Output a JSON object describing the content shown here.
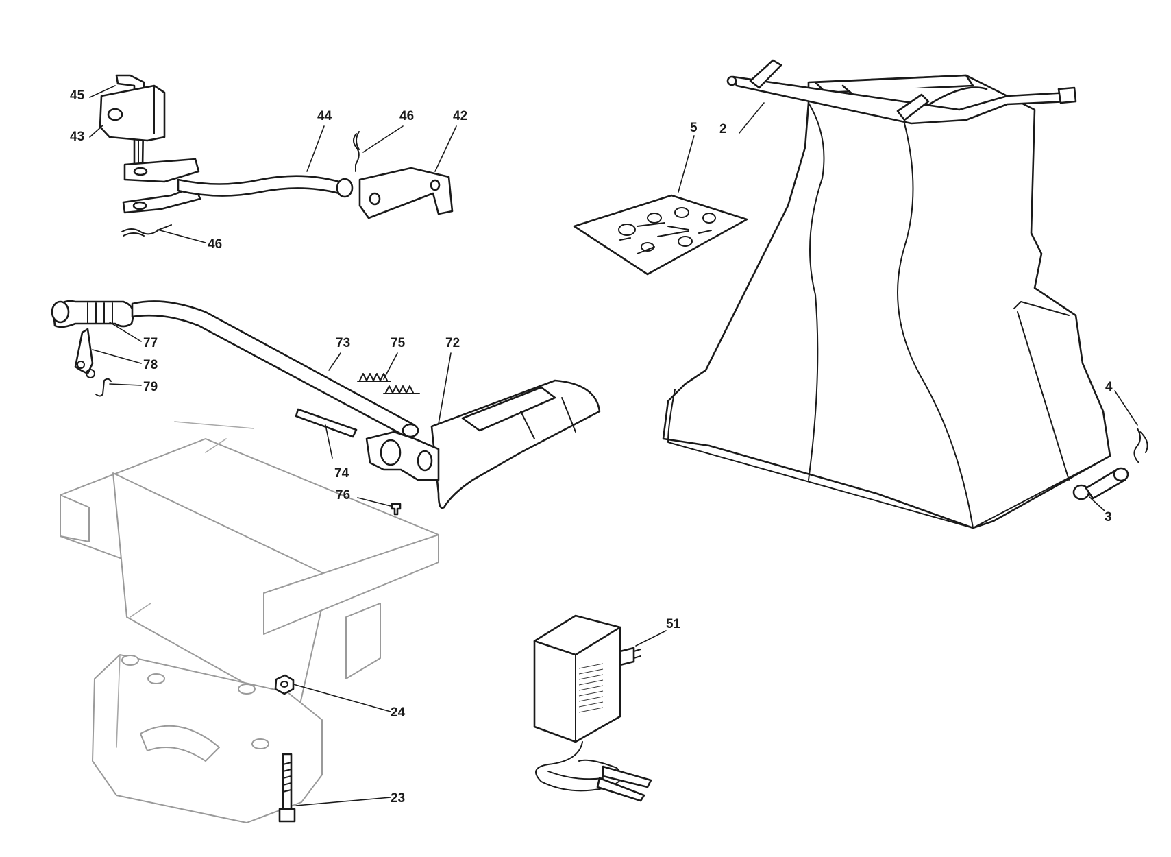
{
  "callouts": {
    "c45": "45",
    "c43": "43",
    "c44": "44",
    "c46a": "46",
    "c42": "42",
    "c46b": "46",
    "c77": "77",
    "c78": "78",
    "c79": "79",
    "c73": "73",
    "c75": "75",
    "c72": "72",
    "c74": "74",
    "c76": "76",
    "c24": "24",
    "c23": "23",
    "c51": "51",
    "c5": "5",
    "c2": "2",
    "c4": "4",
    "c3": "3"
  },
  "colors": {
    "line": "#1a1a1a",
    "ghost": "#9a9a9a",
    "background": "#ffffff"
  }
}
